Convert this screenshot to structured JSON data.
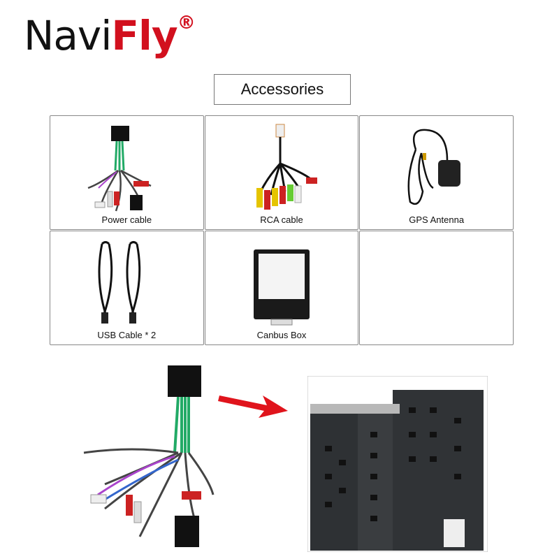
{
  "brand": {
    "part1": "Navi",
    "part2": "Fly",
    "mark": "®"
  },
  "section_title": "Accessories",
  "items": [
    {
      "label": "Power cable"
    },
    {
      "label": "RCA cable"
    },
    {
      "label": "GPS Antenna"
    },
    {
      "label": "USB  Cable * 2"
    },
    {
      "label": "Canbus Box"
    },
    {
      "label": ""
    }
  ],
  "colors": {
    "brand_red": "#d2101e",
    "arrow_red": "#e0141c"
  }
}
